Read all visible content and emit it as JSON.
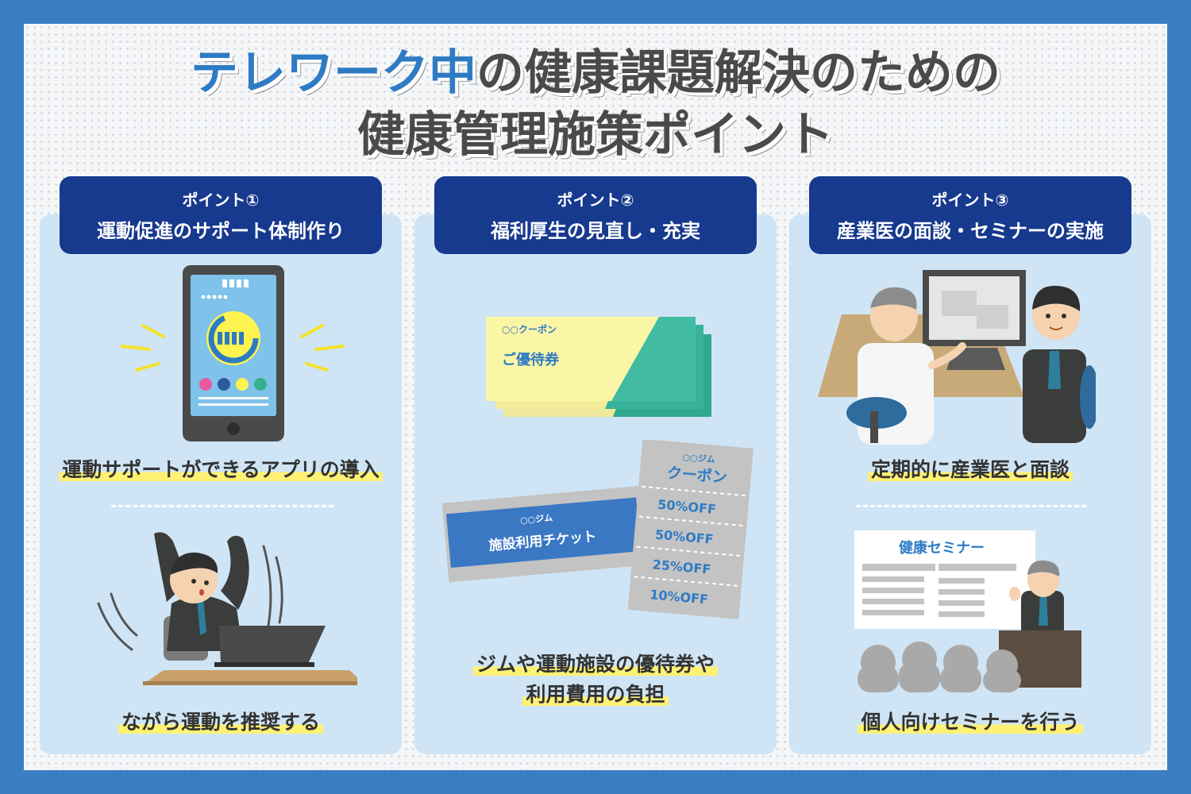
{
  "title": {
    "line1_highlight": "テレワーク中",
    "line1_rest": "の健康課題解決のための",
    "line2": "健康管理施策ポイント"
  },
  "points": [
    {
      "label": "ポイント①",
      "heading": "運動促進のサポート体制作り",
      "caption1": "運動サポートができるアプリの導入",
      "caption2": "ながら運動を推奨する"
    },
    {
      "label": "ポイント②",
      "heading": "福利厚生の見直し・充実",
      "coupon": {
        "small": "○○クーポン",
        "main": "ご優待券"
      },
      "ticket": {
        "small": "○○ジム",
        "main": "施設利用チケット",
        "side_small": "○○ジム",
        "side_main": "クーポン",
        "offers": [
          "50%OFF",
          "50%OFF",
          "25%OFF",
          "10%OFF"
        ]
      },
      "caption_line1": "ジムや運動施設の優待券や",
      "caption_line2": "利用費用の負担"
    },
    {
      "label": "ポイント③",
      "heading": "産業医の面談・セミナーの実施",
      "caption1": "定期的に産業医と面談",
      "seminar_board": "健康セミナー",
      "caption2": "個人向けセミナーを行う"
    }
  ],
  "colors": {
    "frame": "#3a7fc1",
    "header": "#17398e",
    "panel": "#cfe5f5",
    "accent_title": "#2e7bc4",
    "marker": "#fff173"
  }
}
